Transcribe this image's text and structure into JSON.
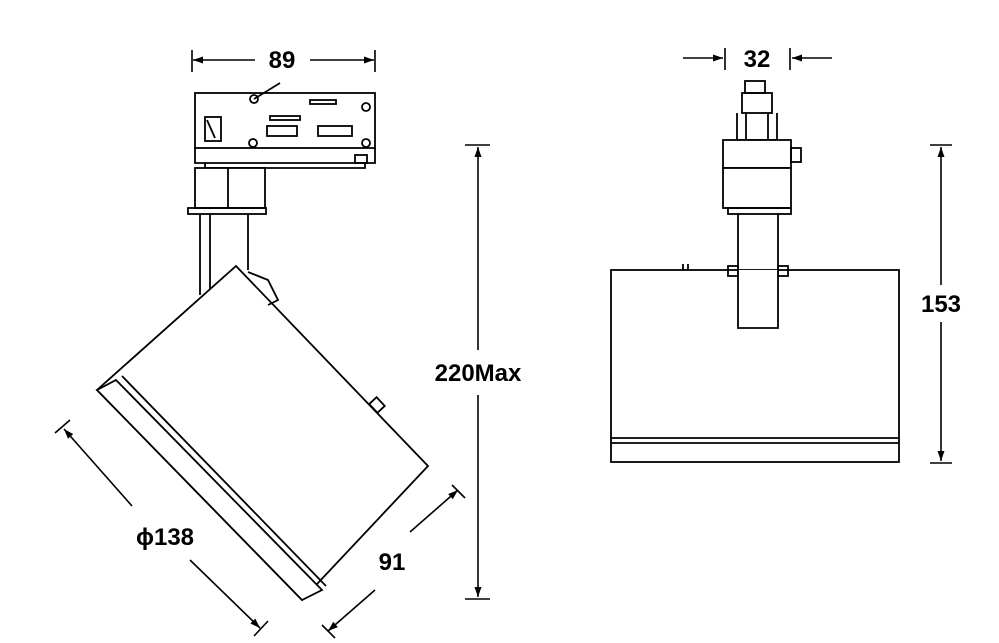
{
  "dimensions": {
    "track_adapter_width": "89",
    "track_adapter_depth": "32",
    "total_height": "220Max",
    "front_height": "153",
    "head_diameter": "ϕ138",
    "head_length": "91"
  },
  "colors": {
    "line": "#000000",
    "background": "#ffffff"
  }
}
